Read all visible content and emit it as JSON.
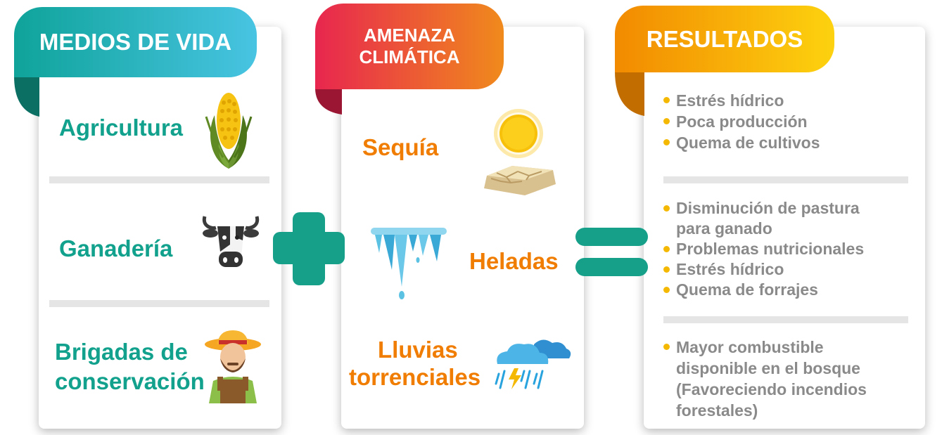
{
  "livelihoods": {
    "header": "MEDIOS DE VIDA",
    "items": [
      "Agricultura",
      "Ganadería",
      "Brigadas de",
      "conservación"
    ]
  },
  "threat": {
    "header_line1": "AMENAZA",
    "header_line2": "CLIMÁTICA",
    "items": [
      "Sequía",
      "Heladas",
      "Lluvias",
      "torrenciales"
    ]
  },
  "results": {
    "header": "RESULTADOS",
    "group1": [
      "Estrés hídrico",
      "Poca producción",
      "Quema de cultivos"
    ],
    "group2": [
      "Disminución de pastura",
      "para ganado",
      "Problemas nutricionales",
      "Estrés hídrico",
      "Quema de forrajes"
    ],
    "group3": [
      "Mayor combustible",
      "disponible en el bosque",
      "(Favoreciendo incendios",
      "forestales)"
    ]
  },
  "icons": [
    "corn-icon",
    "cow-icon",
    "farmer-icon",
    "sun-icon",
    "cracked-ground-icon",
    "icicles-icon",
    "storm-cloud-icon",
    "plus-icon",
    "equals-icon"
  ],
  "colors": {
    "teal": "#12a18c",
    "orange": "#f07d00",
    "bullet": "#f5b800",
    "text_gray": "#8a8a8a"
  }
}
